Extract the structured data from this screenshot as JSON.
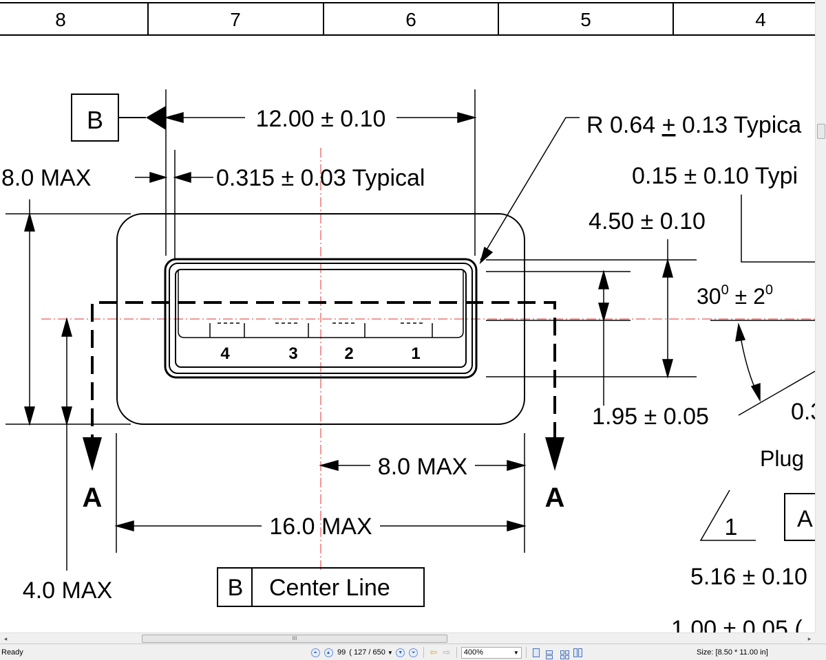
{
  "drawing": {
    "zone_numbers": [
      "8",
      "7",
      "6",
      "5",
      "4"
    ],
    "datum_b": "B",
    "dim_width": "12.00 ± 0.10",
    "dim_radius_prefix": "R 0.64 ",
    "dim_radius_pm": "+",
    "dim_radius_suffix": " 0.13 Typica",
    "dim_overall_height_partial": "8.0 MAX",
    "dim_wall": "0.315 ± 0.03 Typical",
    "dim_typ_partial": "0.15 ± 0.10 Typi",
    "dim_height_inner": "4.50 ± 0.10",
    "angle_base": "30",
    "angle_sup": "0",
    "angle_tol": " ± 2",
    "angle_tol_sup": "0",
    "dim_contact": "1.95 ± 0.05",
    "partial_03": "0.3",
    "plug_partial": "Plug",
    "pins": [
      "4",
      "3",
      "2",
      "1"
    ],
    "section_mark": "A",
    "dim_half_width": "8.0 MAX",
    "dim_full_width": "16.0 MAX",
    "dim_half_height": "4.0 MAX",
    "centerline_label": "Center Line",
    "note_flag": "1",
    "partial_a_box": "A",
    "dim_516_partial": "5.16 ± 0.10",
    "dim_100_partial": "1.00 ± 0.05 ("
  },
  "status": {
    "ready": "Ready",
    "page_current": "99",
    "page_total": "( 127 / 650",
    "zoom": "400%",
    "size": "Size: [8.50 * 11.00 in]"
  },
  "scroll": {
    "grip": "III"
  }
}
